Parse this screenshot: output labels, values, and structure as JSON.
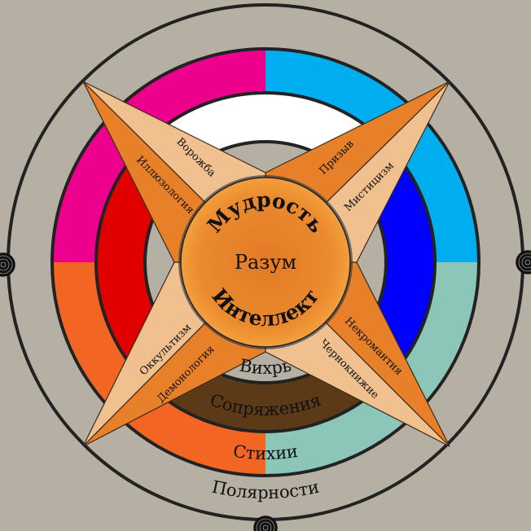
{
  "colors": {
    "background": "#b5b0a3",
    "polarity_top_left": "#ec008c",
    "polarity_top_right": "#00aeef",
    "polarity_bottom_left": "#f26522",
    "polarity_bottom_right": "#8cc6b8",
    "band_top": "#ffffff",
    "band_left": "#e00000",
    "band_right": "#0000ff",
    "band_bottom": "#5c3a17",
    "arm_light": "#f0c08e",
    "arm_dark": "#e8802a",
    "center": "#e8842a"
  },
  "rings": {
    "vortex": "Вихрь",
    "conjunctions": "Сопряжения",
    "elements": "Стихии",
    "polarities": "Полярности"
  },
  "center": {
    "top": "Мудрость",
    "middle": "Разум",
    "bottom": "Интеллект"
  },
  "arms": {
    "top_left": {
      "light": "Ворожба",
      "dark": "Иллюзология"
    },
    "top_right": {
      "dark": "Призыв",
      "light": "Мистицизм"
    },
    "bottom_left": {
      "light": "Оккультизм",
      "dark": "Демонология"
    },
    "bottom_right": {
      "dark": "Некромантия",
      "light": "Чернокнижие"
    }
  }
}
